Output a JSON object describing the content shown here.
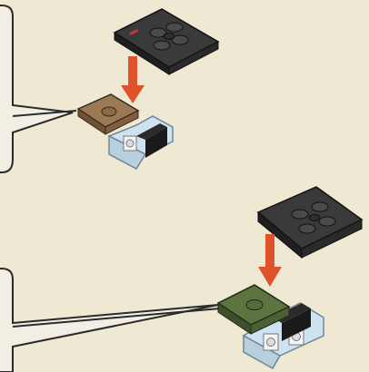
{
  "colors": {
    "background": "#efe8d2",
    "callout_fill": "#f2eee4",
    "callout_stroke": "#2b2b2b",
    "arrow": "#e0532a",
    "black_plate": "#2f2f2f",
    "brown_tile": "#8c6a48",
    "green_tile": "#556b3a",
    "light_blue_bracket": "#cfe2ef",
    "white_brick": "#f5f5f5"
  },
  "steps": [
    {
      "id": "step-top",
      "tile_color": "brown",
      "arrow": "down"
    },
    {
      "id": "step-bottom",
      "tile_color": "green",
      "arrow": "down"
    }
  ],
  "icons": [
    "black-plate-icon",
    "down-arrow-icon",
    "brown-tile-icon",
    "green-tile-icon",
    "bracket-icon"
  ]
}
